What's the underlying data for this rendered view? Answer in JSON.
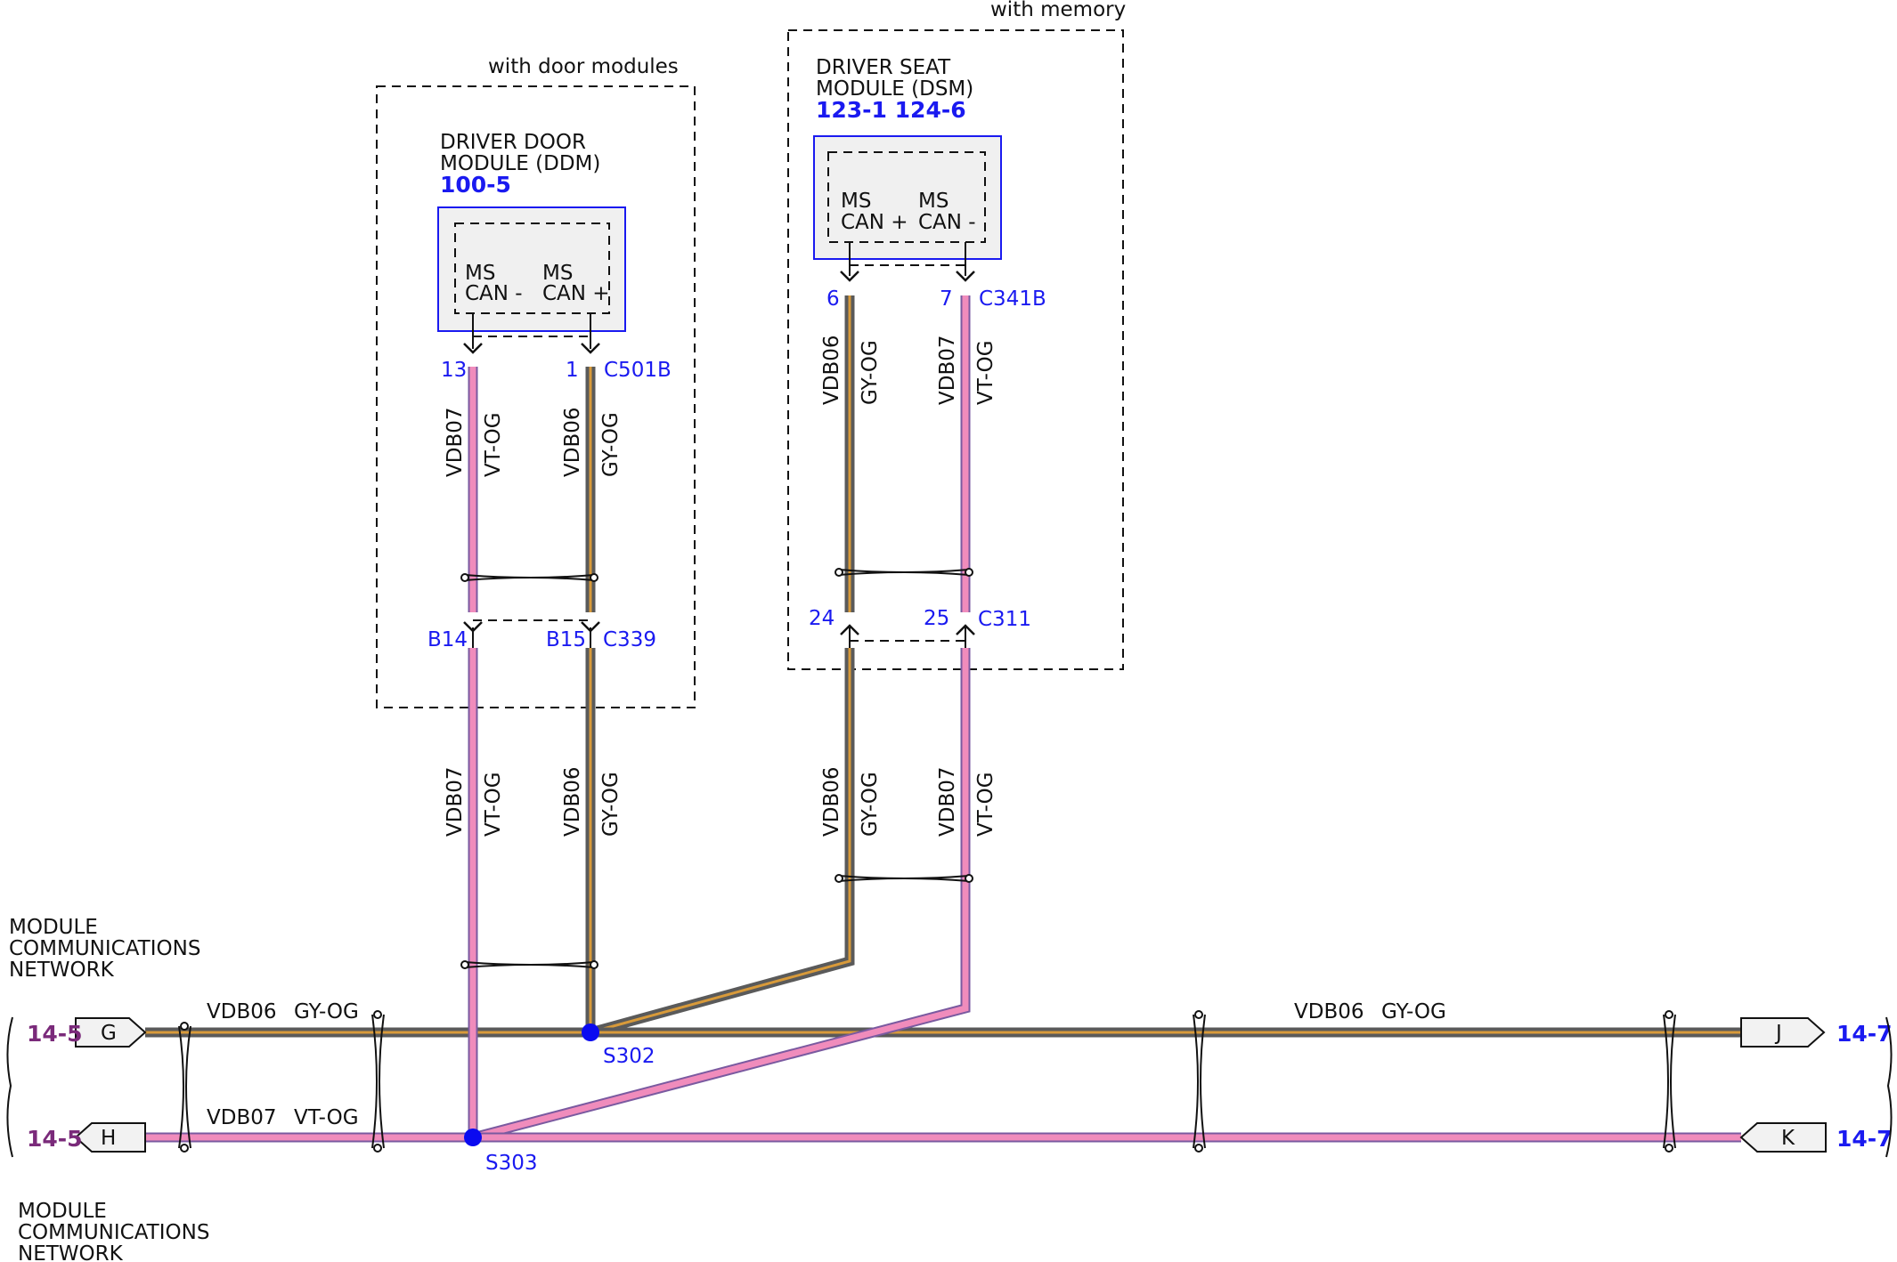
{
  "regions": {
    "door_option": "with door modules",
    "seat_option": "with memory"
  },
  "ddm": {
    "name_line1": "DRIVER DOOR",
    "name_line2": "MODULE (DDM)",
    "ref": "100-5",
    "pin_left_a": "MS",
    "pin_left_b": "CAN -",
    "pin_right_a": "MS",
    "pin_right_b": "CAN +",
    "pin13": "13",
    "pin1": "1",
    "connector": "C501B"
  },
  "dsm": {
    "name_line1": "DRIVER SEAT",
    "name_line2": "MODULE (DSM)",
    "ref": "123-1 124-6",
    "pin_left_a": "MS",
    "pin_left_b": "CAN +",
    "pin_right_a": "MS",
    "pin_right_b": "CAN -",
    "pin6": "6",
    "pin7": "7",
    "connector": "C341B"
  },
  "inline_connectors": {
    "c339_pin_left": "B14",
    "c339_pin_right": "B15",
    "c339": "C339",
    "c311_pin_left": "24",
    "c311_pin_right": "25",
    "c311": "C311"
  },
  "wires": {
    "vdb06": "VDB06",
    "vdb07": "VDB07",
    "gy_og": "GY-OG",
    "vt_og": "VT-OG",
    "colors": {
      "gy_og_body": "#8a7a55",
      "gy_og_stripe": "#d89a3a",
      "vt_og_body": "#f08cbc",
      "vt_og_edge": "#7a5aa0"
    }
  },
  "splices": {
    "s302": "S302",
    "s303": "S303"
  },
  "network": {
    "title_line1": "MODULE",
    "title_line2": "COMMUNICATIONS",
    "title_line3": "NETWORK",
    "ref_left": "14-5",
    "ref_right": "14-7",
    "conn_g": "G",
    "conn_h": "H",
    "conn_j": "J",
    "conn_k": "K"
  }
}
